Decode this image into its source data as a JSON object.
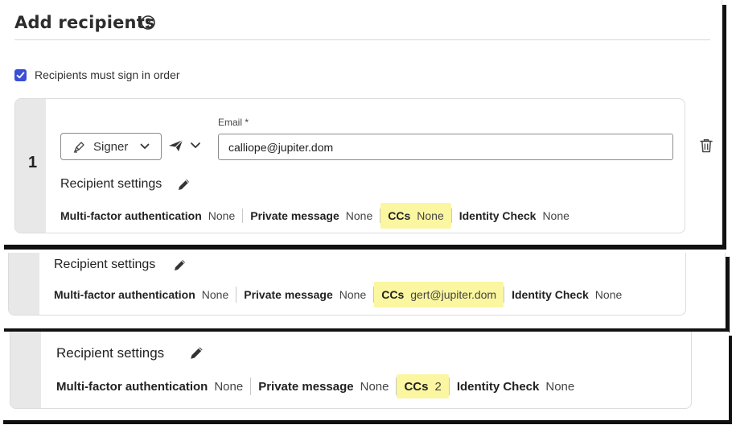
{
  "header": {
    "title": "Add recipients",
    "help_icon": "question-circle-icon"
  },
  "order_checkbox": {
    "label": "Recipients must sign in order",
    "checked": true,
    "color": "#3b4fd6"
  },
  "recipient1": {
    "number": "1",
    "role": "Signer",
    "email_label": "Email *",
    "email_value": "calliope@jupiter.dom",
    "settings_title": "Recipient settings",
    "settings": [
      {
        "key": "Multi-factor authentication",
        "value": "None"
      },
      {
        "key": "Private message",
        "value": "None"
      },
      {
        "key": "CCs",
        "value": "None",
        "highlight": true
      },
      {
        "key": "Identity Check",
        "value": "None"
      }
    ]
  },
  "recipient2": {
    "settings_title": "Recipient settings",
    "settings": [
      {
        "key": "Multi-factor authentication",
        "value": "None"
      },
      {
        "key": "Private message",
        "value": "None"
      },
      {
        "key": "CCs",
        "value": "gert@jupiter.dom",
        "highlight": true
      },
      {
        "key": "Identity Check",
        "value": "None"
      }
    ]
  },
  "recipient3": {
    "settings_title": "Recipient settings",
    "settings": [
      {
        "key": "Multi-factor authentication",
        "value": "None"
      },
      {
        "key": "Private message",
        "value": "None"
      },
      {
        "key": "CCs",
        "value": "2",
        "highlight": true
      },
      {
        "key": "Identity Check",
        "value": "None"
      }
    ]
  },
  "colors": {
    "highlight": "#fbf6a0",
    "number_column": "#e8e8e8",
    "accent": "#3b4fd6"
  }
}
